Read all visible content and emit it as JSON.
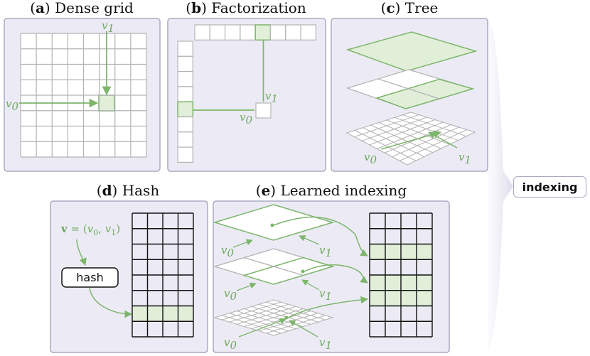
{
  "panels": {
    "a": {
      "letter": "a",
      "rest": " Dense grid",
      "v0": "v",
      "v0_sub": "0",
      "v1": "v",
      "v1_sub": "1"
    },
    "b": {
      "letter": "b",
      "rest": " Factorization",
      "v0": "v",
      "v0_sub": "0",
      "v1": "v",
      "v1_sub": "1"
    },
    "c": {
      "letter": "c",
      "rest": " Tree",
      "v0": "v",
      "v0_sub": "0",
      "v1": "v",
      "v1_sub": "1"
    },
    "d": {
      "letter": "d",
      "rest": " Hash",
      "vec_bold": "v",
      "vec_eq": " = (",
      "v0": "v",
      "v0_sub": "0",
      "comma": ", ",
      "v1": "v",
      "v1_sub": "1",
      "close": ")",
      "hash_label": "hash"
    },
    "e": {
      "letter": "e",
      "rest": " Learned indexing",
      "v0": "v",
      "v0_sub": "0",
      "v1": "v",
      "v1_sub": "1"
    }
  },
  "indexing_label": "indexing",
  "colors": {
    "accent": "#7db56b",
    "fill": "#e1efd9",
    "panel_bg": "#ecebf5",
    "panel_border": "#a9a9c3",
    "grid": "#b3b3b3"
  }
}
